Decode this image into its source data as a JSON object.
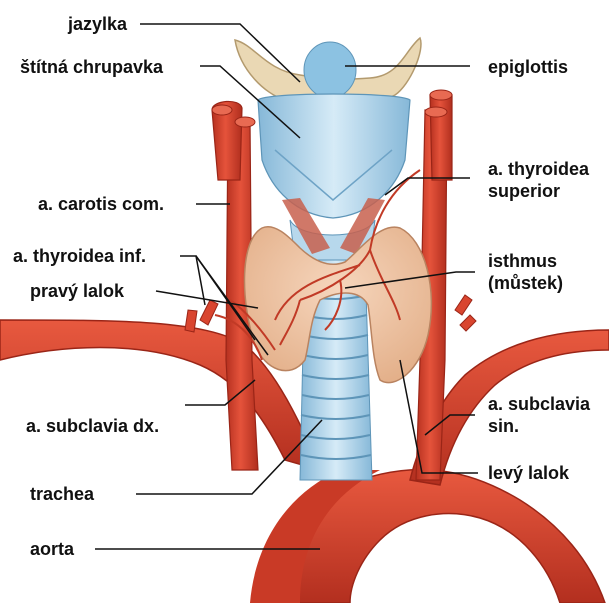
{
  "labels": {
    "jazylka": "jazylka",
    "stitna_chrupavka": "štítná chrupavka",
    "epiglottis": "epiglottis",
    "thyroidea_superior_1": "a. thyroidea",
    "thyroidea_superior_2": "superior",
    "carotis": "a. carotis com.",
    "thyroidea_inf": "a. thyroidea inf.",
    "pravy_lalok": "pravý lalok",
    "isthmus_1": "isthmus",
    "isthmus_2": "(můstek)",
    "subclavia_dx": "a. subclavia dx.",
    "subclavia_sin_1": "a. subclavia",
    "subclavia_sin_2": "sin.",
    "levy_lalok": "levý lalok",
    "trachea": "trachea",
    "aorta": "aorta"
  },
  "colors": {
    "artery": "#d9452f",
    "artery_dark": "#a82a1c",
    "cartilage": "#a9cfe6",
    "cartilage_light": "#d8ecf7",
    "thyroid": "#efc3a3",
    "hyoid": "#e9d7b3",
    "muscle": "#c8614e"
  }
}
